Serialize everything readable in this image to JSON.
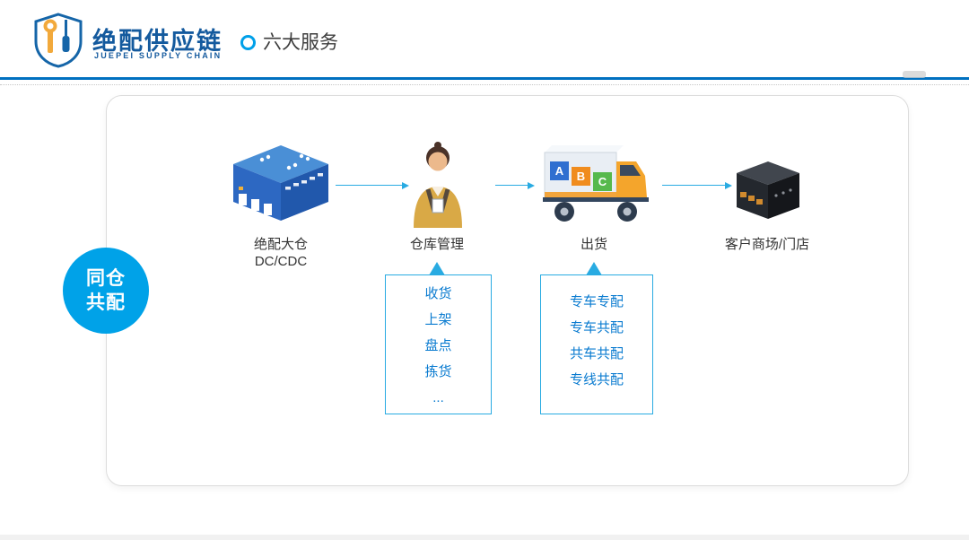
{
  "header": {
    "logo": {
      "icon": "logo-shield-icon",
      "title": "绝配供应链",
      "subtitle": "JUEPEI SUPPLY CHAIN"
    },
    "section": {
      "bullet_icon": "circle-bullet-icon",
      "title": "六大服务"
    }
  },
  "badge": {
    "line1": "同仓",
    "line2": "共配"
  },
  "flow": {
    "nodes": [
      {
        "icon": "warehouse-icon",
        "label": "绝配大仓",
        "sublabel": "DC/CDC"
      },
      {
        "icon": "worker-icon",
        "label": "仓库管理"
      },
      {
        "icon": "truck-icon",
        "label": "出货"
      },
      {
        "icon": "store-icon",
        "label": "客户商场/门店"
      }
    ],
    "truck_letters": [
      "A",
      "B",
      "C"
    ]
  },
  "detail_boxes": [
    {
      "items": [
        "收货",
        "上架",
        "盘点",
        "拣货",
        "..."
      ]
    },
    {
      "items": [
        "专车专配",
        "专车共配",
        "共车共配",
        "专线共配"
      ]
    }
  ],
  "colors": {
    "brand_blue": "#145a9e",
    "accent_cyan": "#00a2e8",
    "rule_blue": "#0070c0",
    "box_border": "#29abe2",
    "box_text": "#0a7bd0"
  }
}
